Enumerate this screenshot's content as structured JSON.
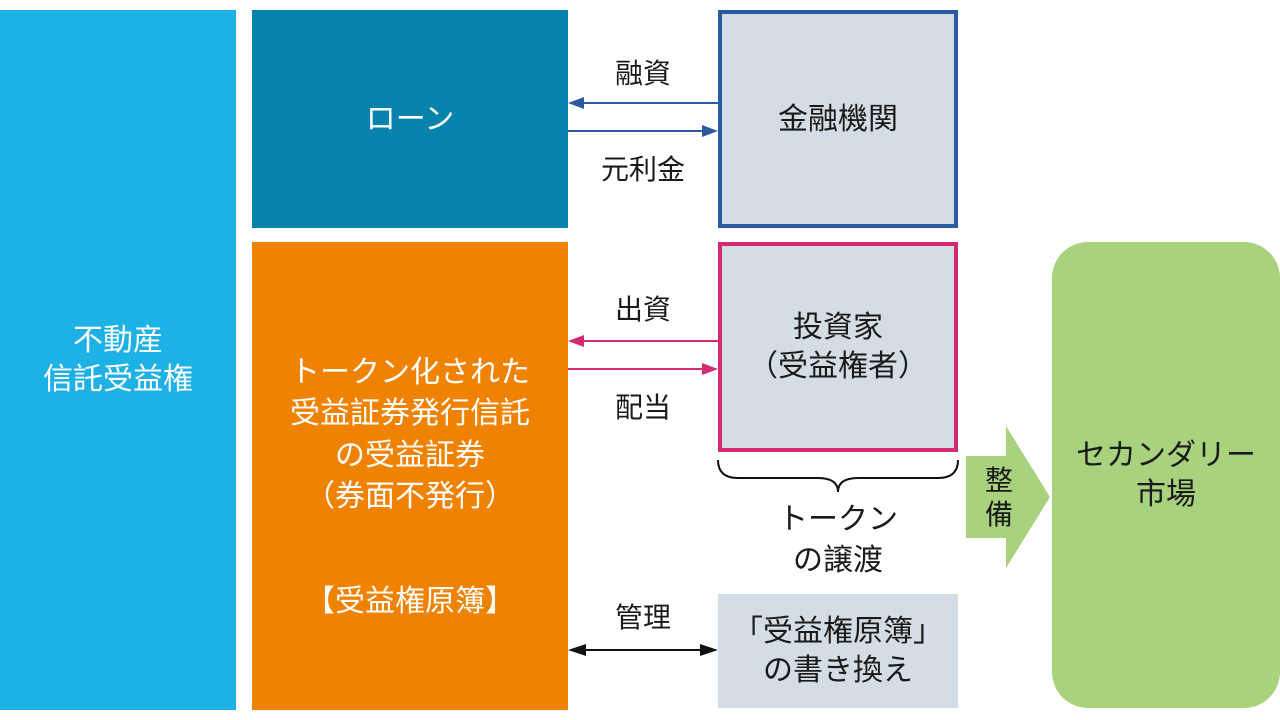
{
  "boxes": {
    "left_trust": "不動産\n信託受益権",
    "loan": "ローン",
    "token_trust": "トークン化された\n受益証券発行信託\nの受益証券\n（券面不発行）",
    "token_registry": "【受益権原簿】",
    "bank": "金融機関",
    "investor": "投資家\n（受益権者）",
    "registry_rewrite": "「受益権原簿」\nの書き換え",
    "secondary_market": "セカンダリー\n市場"
  },
  "arrows": {
    "financing": "融資",
    "principal_interest": "元利金",
    "investment": "出資",
    "dividend": "配当",
    "management": "管理"
  },
  "transfer": "トークン\nの譲渡",
  "develop": "整\n備",
  "colors": {
    "left_trust": "#1eb1e6",
    "loan": "#0583ad",
    "token_trust": "#ef8200",
    "box_fill": "#d3dde3",
    "bank_border": "#2c5aa2",
    "investor_border": "#d42a72",
    "secondary": "#a8d27d"
  }
}
